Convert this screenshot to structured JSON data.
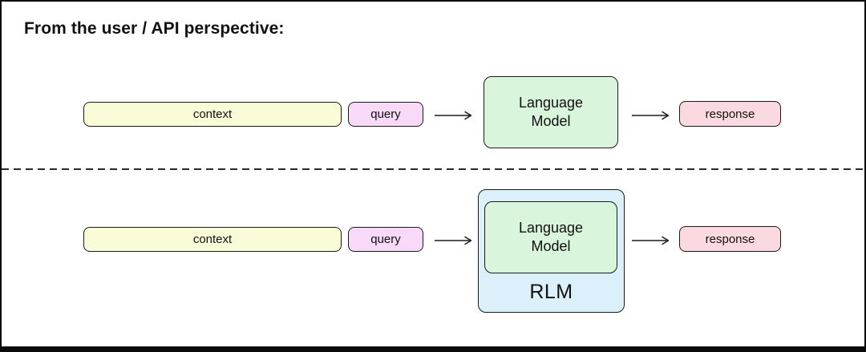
{
  "title": "From the user / API perspective:",
  "colors": {
    "context_fill": "#FAFCD8",
    "query_fill": "#F8D9F7",
    "lm_fill": "#D9F5DC",
    "response_fill": "#FBD9E1",
    "rlm_fill": "#DCF0FB",
    "line": "#1a1a1a"
  },
  "rows": {
    "top": {
      "context_label": "context",
      "query_label": "query",
      "model_label": "Language Model",
      "response_label": "response"
    },
    "bottom": {
      "context_label": "context",
      "query_label": "query",
      "model_label": "Language Model",
      "wrapper_label": "RLM",
      "response_label": "response"
    }
  }
}
